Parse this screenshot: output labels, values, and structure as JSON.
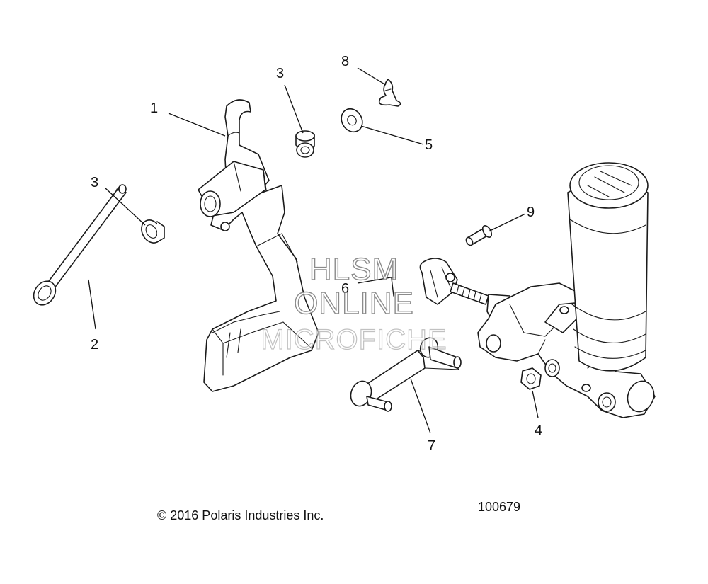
{
  "callouts": {
    "c1": "1",
    "c2": "2",
    "c3a": "3",
    "c3b": "3",
    "c4": "4",
    "c5": "5",
    "c6": "6",
    "c7": "7",
    "c8": "8",
    "c9": "9"
  },
  "watermark": {
    "line1": "HLSM",
    "line2": "ONLINE",
    "line3": "MICROFICHE"
  },
  "footer": {
    "copyright": "© 2016 Polaris Industries Inc.",
    "diagram_id": "100679"
  }
}
